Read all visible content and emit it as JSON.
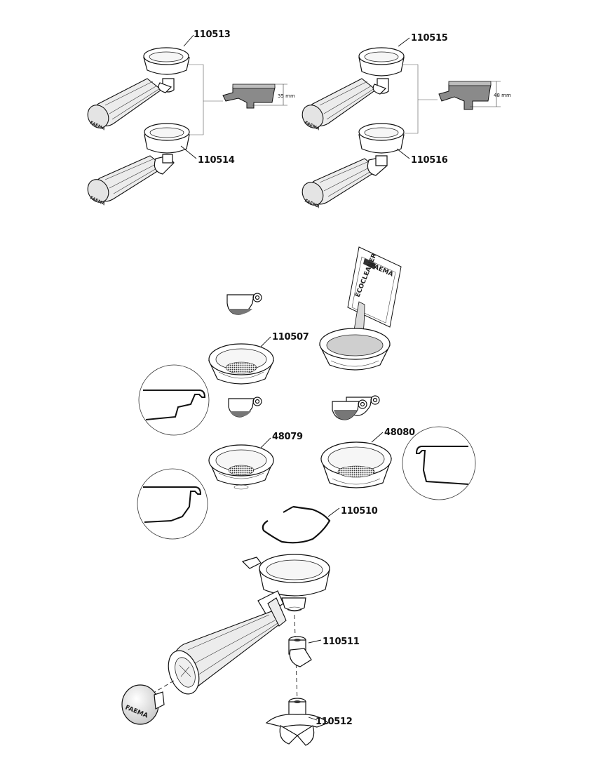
{
  "parts": {
    "p110513": "110513",
    "p110514": "110514",
    "p110515": "110515",
    "p110516": "110516",
    "p110507": "110507",
    "p48079": "48079",
    "p48080": "48080",
    "p110510": "110510",
    "p110511": "110511",
    "p110512": "110512"
  },
  "dimensions": {
    "left_height": "35 mm",
    "right_height": "48 mm"
  },
  "brand": "FAEMA",
  "sachet_label": "ECOCLEANER"
}
